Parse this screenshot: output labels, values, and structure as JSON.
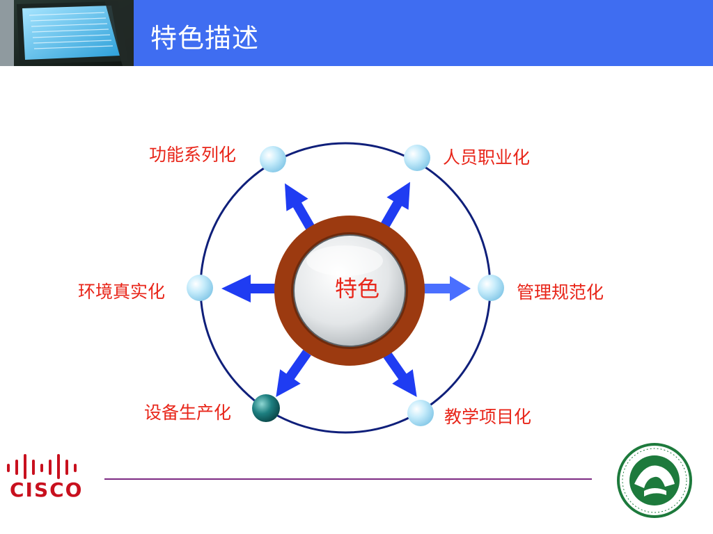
{
  "header": {
    "title": "特色描述"
  },
  "diagram": {
    "center": "特色",
    "nodes": [
      {
        "id": "top-left",
        "label": "功能系列化"
      },
      {
        "id": "top-right",
        "label": "人员职业化"
      },
      {
        "id": "left",
        "label": "环境真实化"
      },
      {
        "id": "right",
        "label": "管理规范化"
      },
      {
        "id": "bottom-left",
        "label": "设备生产化"
      },
      {
        "id": "bottom-right",
        "label": "教学项目化"
      }
    ]
  },
  "footer": {
    "brand": "CISCO"
  },
  "colors": {
    "header_bg": "#3f6df1",
    "label_red": "#e8261a",
    "ring_brown": "#9c3a10",
    "arrow_blue": "#1f3cf2",
    "circle_navy": "#0f1f7a",
    "footer_line": "#7c2a82"
  }
}
